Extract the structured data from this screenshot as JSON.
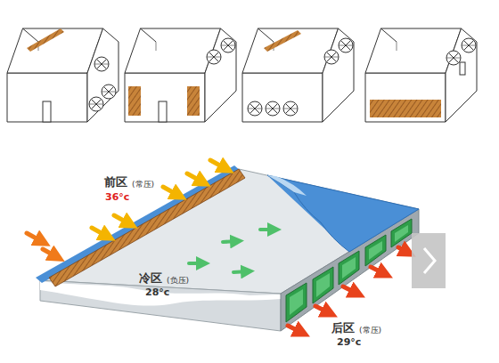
{
  "diagram": {
    "labels": [
      "前区",
      "(常压)",
      "36°c",
      "冷区",
      "(负压)",
      "28°c",
      "后区",
      "(常压)",
      "29°c"
    ]
  }
}
